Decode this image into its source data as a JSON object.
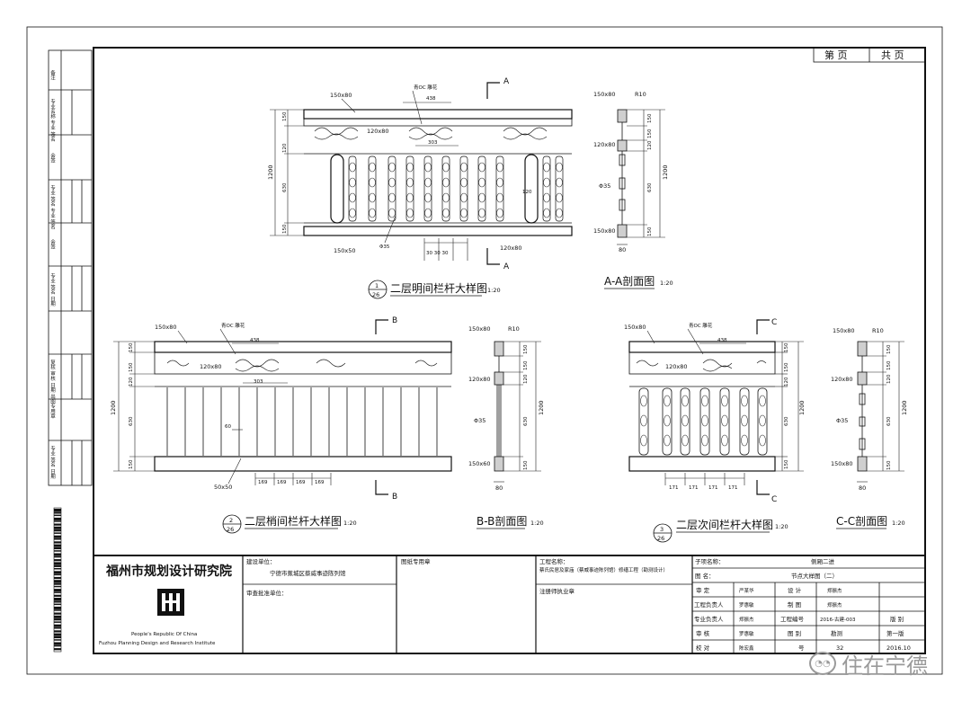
{
  "header": {
    "page_label": "第 页",
    "total_label": "共 页"
  },
  "left_strip": {
    "blocks": [
      {
        "name": "block-1",
        "label": "备注"
      },
      {
        "name": "block-2",
        "label": "专业名称 专业 签名"
      },
      {
        "name": "block-3",
        "label": "会签"
      },
      {
        "name": "block-4",
        "label": "专业 签名 专业 签名"
      },
      {
        "name": "block-5",
        "label": "会签"
      },
      {
        "name": "block-6",
        "label": "专业 签名 日期"
      },
      {
        "name": "block-7",
        "label": ""
      },
      {
        "name": "block-8",
        "label": "复核 审核 日期 出图专用章"
      },
      {
        "name": "block-9",
        "label": ""
      },
      {
        "name": "block-10",
        "label": "专业 签名 日期"
      }
    ]
  },
  "drawings": {
    "d1": {
      "title": "二层明间栏杆大样图",
      "scale": "1:20",
      "number": "1",
      "sheet": "26",
      "labels": {
        "top_rail": "150x80",
        "note": "青OC 雕花",
        "span1": "438",
        "mid_rail": "120x80",
        "span2": "303",
        "dim_total": "1200",
        "dim_a": "150",
        "dim_b": "120",
        "dim_c": "150",
        "dim_d": "630",
        "dim_e": "150",
        "baluster": "Φ35",
        "bottom_rail": "150x50",
        "bottom_right": "120x80",
        "gap": "120",
        "spacing": "30 30 30",
        "section_mark": "A"
      }
    },
    "d2": {
      "title": "A-A剖面图",
      "scale": "1:20",
      "labels": {
        "top": "150x80",
        "r": "R10",
        "mid": "120x80",
        "bal": "Φ35",
        "bot": "150x80",
        "w": "80",
        "h1": "150",
        "h2": "150",
        "h3": "120",
        "h4": "630",
        "h5": "150",
        "total": "1200"
      }
    },
    "d3": {
      "title": "二层梢间栏杆大样图",
      "scale": "1:20",
      "number": "2",
      "sheet": "26",
      "labels": {
        "top_rail": "150x80",
        "note": "青OC 雕花",
        "span1": "438",
        "mid_rail": "120x80",
        "span2": "303",
        "dim_total": "1200",
        "d1": "150",
        "d2": "150",
        "d3": "120",
        "d4": "630",
        "d5": "150",
        "slat": "60",
        "bottom": "50x50",
        "sp1": "169",
        "sp2": "169",
        "sp3": "169",
        "sp4": "169",
        "section_mark": "B"
      }
    },
    "d4": {
      "title": "B-B剖面图",
      "scale": "1:20",
      "labels": {
        "top": "150x80",
        "r": "R10",
        "mid": "120x80",
        "bal": "Φ35",
        "bot": "150x60",
        "w": "80",
        "h1": "150",
        "h2": "150",
        "h3": "120",
        "h4": "630",
        "h5": "150",
        "total": "1200"
      }
    },
    "d5": {
      "title": "二层次间栏杆大样图",
      "scale": "1:20",
      "number": "3",
      "sheet": "26",
      "labels": {
        "top_rail": "150x80",
        "note": "青OC 雕花",
        "span1": "438",
        "mid_rail": "120x80",
        "dim_total": "1200",
        "d1": "150",
        "d2": "150",
        "d3": "120",
        "d4": "630",
        "d5": "150",
        "sp1": "171",
        "sp2": "171",
        "sp3": "171",
        "sp4": "171",
        "section_mark": "C"
      }
    },
    "d6": {
      "title": "C-C剖面图",
      "scale": "1:20",
      "labels": {
        "top": "150x80",
        "r": "R10",
        "mid": "120x80",
        "bal": "Φ35",
        "bot": "150x80",
        "w": "80",
        "h1": "150",
        "h2": "150",
        "h3": "120",
        "h4": "630",
        "h5": "150",
        "total": "1200"
      }
    }
  },
  "title_block": {
    "institute": "福州市规划设计研究院",
    "institute_en_1": "People's Republic Of China",
    "institute_en_2": "Fuzhou Planning Design and Research Institute",
    "client_label": "建设单位：",
    "client_value": "宁德市蕉城区蔡威事迹陈列馆",
    "approval_label": "审查批准单位：",
    "stamp_label": "图纸专用章",
    "project_label": "工程名称：",
    "project_value": "蔡氏民居及家庙（蔡威事迹陈列馆）修缮工程（勘测设计）",
    "reg_stamp_label": "注册师执业章",
    "sub_label": "子项名称：",
    "sub_value": "侧厢二进",
    "drawing_name_label": "图 名：",
    "drawing_name_value": "节点大样图（二）",
    "rows": [
      {
        "k1": "审 定",
        "v1": "严某华",
        "k2": "设 计",
        "v2": "郑振杰"
      },
      {
        "k1": "工程负责人",
        "v1": "罗惠敏",
        "k2": "制 图",
        "v2": "郑振杰"
      },
      {
        "k1": "专业负责人",
        "v1": "郑振杰",
        "k2": "工程编号",
        "v2": "2016-古建-003",
        "k3": "版 别"
      },
      {
        "k1": "审 核",
        "v1": "罗惠敏",
        "k2": "图 别",
        "v2": "勘测",
        "k3": "第一版"
      },
      {
        "k1": "校 对",
        "v1": "陈宏鑫",
        "k2": "号",
        "v2": "32",
        "k3": "2016.10"
      }
    ]
  },
  "watermark": {
    "text": "住在宁德",
    "icon": "wechat-icon"
  }
}
